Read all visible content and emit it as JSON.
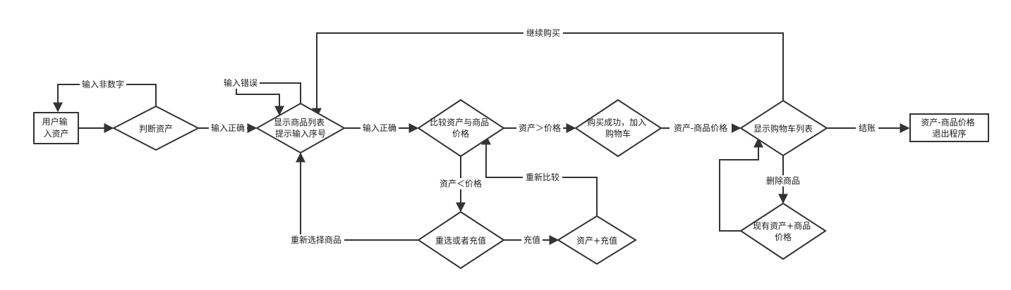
{
  "colors": {
    "stroke": "#333333",
    "text": "#1a1a1a",
    "background": "#ffffff"
  },
  "nodes": {
    "user_input": {
      "shape": "rect",
      "lines": [
        "用户输",
        "入资产"
      ]
    },
    "judge_assets": {
      "shape": "diamond",
      "lines": [
        "判断资产"
      ]
    },
    "show_list": {
      "shape": "diamond",
      "lines": [
        "显示商品列表",
        "提示输入序号"
      ]
    },
    "compare": {
      "shape": "diamond",
      "lines": [
        "比较资产与商品",
        "价格"
      ]
    },
    "buy_success": {
      "shape": "diamond",
      "lines": [
        "购买成功，加入",
        "购物车"
      ]
    },
    "show_cart": {
      "shape": "diamond",
      "lines": [
        "显示购物车列表"
      ]
    },
    "checkout": {
      "shape": "rect",
      "lines": [
        "资产-商品价格",
        "退出程序"
      ]
    },
    "reselect_or_recharge": {
      "shape": "diamond",
      "lines": [
        "重选或者充值"
      ]
    },
    "assets_plus_recharge": {
      "shape": "diamond",
      "lines": [
        "资产+充值"
      ]
    },
    "current_assets": {
      "shape": "diamond",
      "lines": [
        "现有资产+商品",
        "价格"
      ]
    }
  },
  "edge_labels": {
    "non_numeric": "输入非数字",
    "input_ok_1": "输入正确",
    "input_error": "输入错误",
    "input_ok_2": "输入正确",
    "assets_gt_price": "资产＞价格",
    "assets_minus_price": "资产-商品价格",
    "checkout": "结账",
    "continue_buying": "继续购买",
    "assets_lt_price": "资产＜价格",
    "recompare": "重新比较",
    "reselect": "重新选择商品",
    "recharge": "充值",
    "delete_item": "删除商品"
  }
}
